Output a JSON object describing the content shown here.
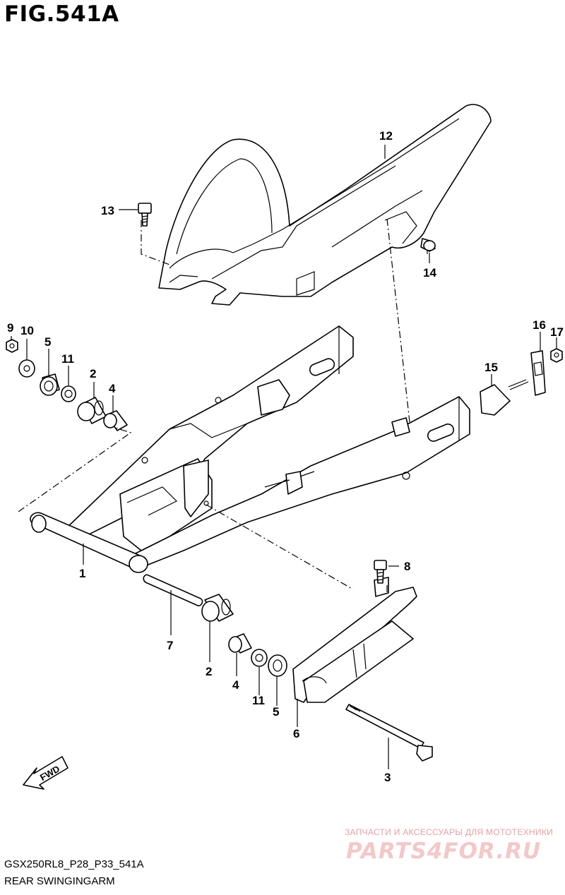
{
  "title": "FIG.541A",
  "footer": {
    "model_code": "GSX250RL8_P28_P33_541A",
    "section_name": "REAR SWINGINGARM"
  },
  "watermark": {
    "tagline": "ЗАПЧАСТИ И АКСЕССУАРЫ ДЛЯ МОТОТЕХНИКИ",
    "logo": "PARTS4FOR.RU",
    "color": "#f3c8c8"
  },
  "fwd_arrow": "FWD",
  "callouts": {
    "c1": "1",
    "c2a": "2",
    "c2b": "2",
    "c3": "3",
    "c4a": "4",
    "c4b": "4",
    "c5a": "5",
    "c5b": "5",
    "c6": "6",
    "c7": "7",
    "c8": "8",
    "c9": "9",
    "c10": "10",
    "c11a": "11",
    "c11b": "11",
    "c12": "12",
    "c13": "13",
    "c14": "14",
    "c15": "15",
    "c16": "16",
    "c17": "17"
  }
}
